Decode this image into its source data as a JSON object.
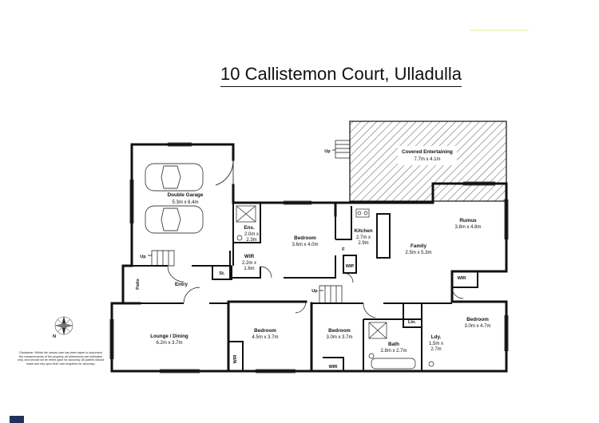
{
  "title": "10 Callistemon Court, Ulladulla",
  "rooms": {
    "covered_entertaining": {
      "name": "Covered Entertaining",
      "dims": "7.7m x 4.1m"
    },
    "double_garage": {
      "name": "Double Garage",
      "dims": "5.3m x 6.4m"
    },
    "ens": {
      "name": "Ens.",
      "dims1": "2.0m x",
      "dims2": "2.3m"
    },
    "wir_master": {
      "name": "WIR",
      "dims1": "2.2m x",
      "dims2": "1.6m"
    },
    "bedroom_main": {
      "name": "Bedroom",
      "dims": "3.6m x 4.0m"
    },
    "kitchen": {
      "name": "Kitchen",
      "dims1": "2.7m x",
      "dims2": "2.9m"
    },
    "family": {
      "name": "Family",
      "dims": "2.5m x 5.3m"
    },
    "rumus": {
      "name": "Rumus",
      "dims": "3.8m x 4.8m"
    },
    "patio": {
      "name": "Patio"
    },
    "entry": {
      "name": "Entry"
    },
    "st": {
      "name": "St."
    },
    "lounge_dining": {
      "name": "Lounge / Dining",
      "dims": "6.2m x 3.7m"
    },
    "bedroom_2": {
      "name": "Bedroom",
      "dims": "4.5m x 3.7m"
    },
    "bedroom_3": {
      "name": "Bedroom",
      "dims": "3.0m x 3.7m"
    },
    "bath": {
      "name": "Bath",
      "dims": "2.8m x 2.7m"
    },
    "lin": {
      "name": "Lin."
    },
    "ldy": {
      "name": "Ldy.",
      "dims1": "1.5m x",
      "dims2": "2.7m"
    },
    "bedroom_4": {
      "name": "Bedroom",
      "dims": "3.0m x 4.7m"
    }
  },
  "small_labels": {
    "wip": "WIP",
    "f": "F",
    "wir_b2": "WIR",
    "wir_b3": "WIR",
    "wir_b4": "WIR"
  },
  "stairs": {
    "up_entertaining": "Up",
    "up_garage": "Up",
    "up_hall": "Up"
  },
  "compass": {
    "label": "N"
  },
  "disclaimer": "Disclaimer: Whilst the utmost care has been taken to document the measurements of the property, all dimensions are estimates only, and should not be relied upon for accuracy. All parties should make and rely upon their own enquiries for accuracy.",
  "colors": {
    "wall": "#111111",
    "hatch": "#333333",
    "brand": "#20315c",
    "accent": "#f3f4c8"
  }
}
